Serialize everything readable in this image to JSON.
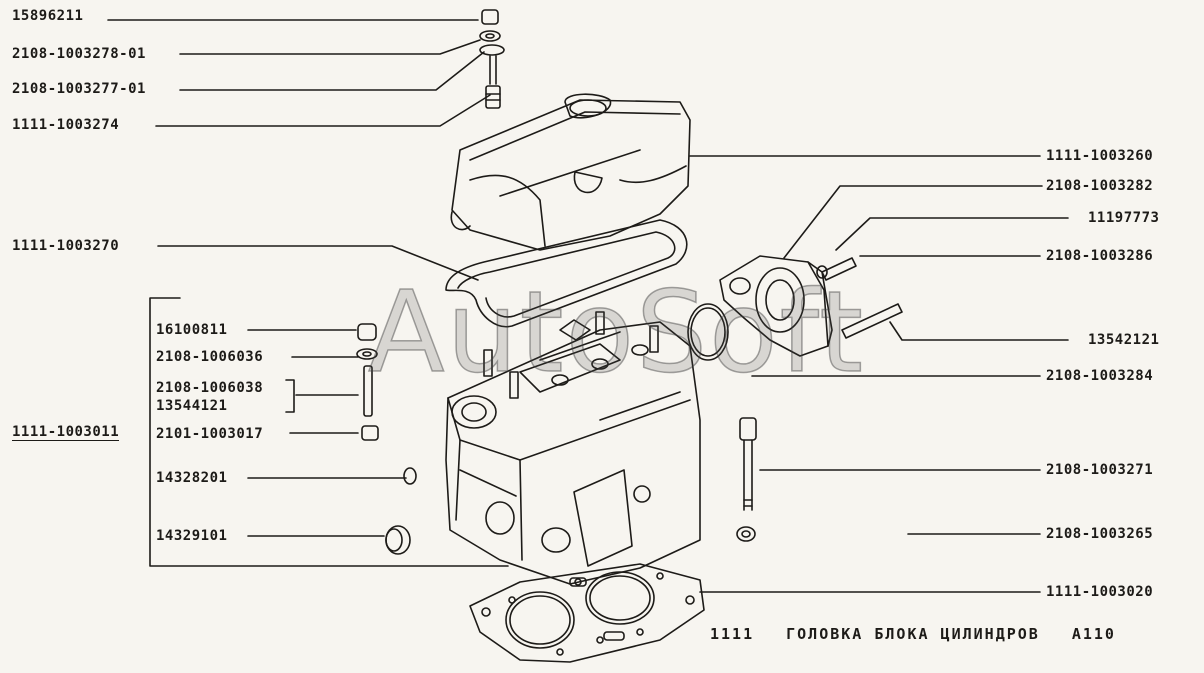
{
  "watermark": "AutoSoft",
  "caption": {
    "model": "1111",
    "title": "ГОЛОВКА БЛОКА ЦИЛИНДРОВ",
    "code": "A110"
  },
  "parts_left": [
    {
      "number": "15896211"
    },
    {
      "number": "2108-1003278-01"
    },
    {
      "number": "2108-1003277-01"
    },
    {
      "number": "1111-1003274"
    },
    {
      "number": "1111-1003270"
    }
  ],
  "assembly": {
    "number": "1111-1003011",
    "items": [
      {
        "number": "16100811"
      },
      {
        "number": "2108-1006036"
      },
      {
        "number": "2108-1006038"
      },
      {
        "number": "13544121"
      },
      {
        "number": "2101-1003017"
      },
      {
        "number": "14328201"
      },
      {
        "number": "14329101"
      }
    ]
  },
  "parts_right": [
    {
      "number": "1111-1003260"
    },
    {
      "number": "2108-1003282"
    },
    {
      "number": "11197773"
    },
    {
      "number": "2108-1003286"
    },
    {
      "number": "13542121"
    },
    {
      "number": "2108-1003284"
    },
    {
      "number": "2108-1003271"
    },
    {
      "number": "2108-1003265"
    },
    {
      "number": "1111-1003020"
    }
  ]
}
